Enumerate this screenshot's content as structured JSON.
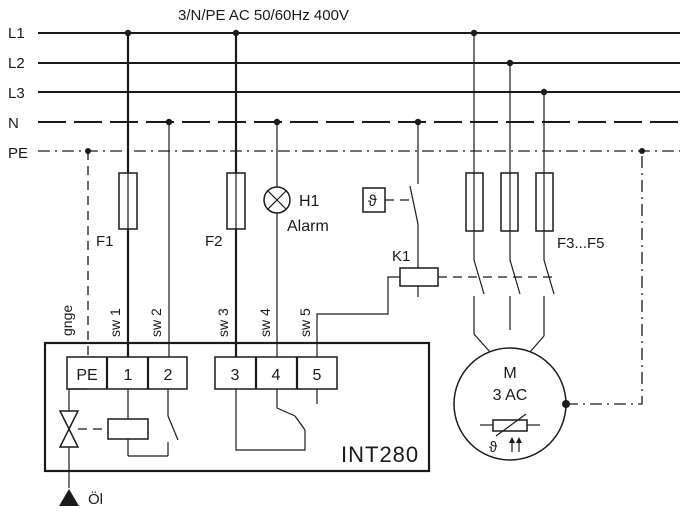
{
  "supply_label": "3/N/PE AC 50/60Hz 400V",
  "bus_labels": [
    "L1",
    "L2",
    "L3",
    "N",
    "PE"
  ],
  "fuses": {
    "f1": "F1",
    "f2": "F2",
    "f3_f5": "F3...F5"
  },
  "alarm_lamp": {
    "name": "H1",
    "label": "Alarm"
  },
  "contactor": "K1",
  "thermostat_symbol": "ϑ",
  "wire_labels": [
    "gnge",
    "sw 1",
    "sw 2",
    "sw 3",
    "sw 4",
    "sw 5"
  ],
  "terminals": [
    "PE",
    "1",
    "2",
    "3",
    "4",
    "5"
  ],
  "device_name": "INT280",
  "motor": {
    "name": "M",
    "type": "3 AC",
    "sensor_symbol": "ϑ"
  },
  "valve_label": "Öl"
}
